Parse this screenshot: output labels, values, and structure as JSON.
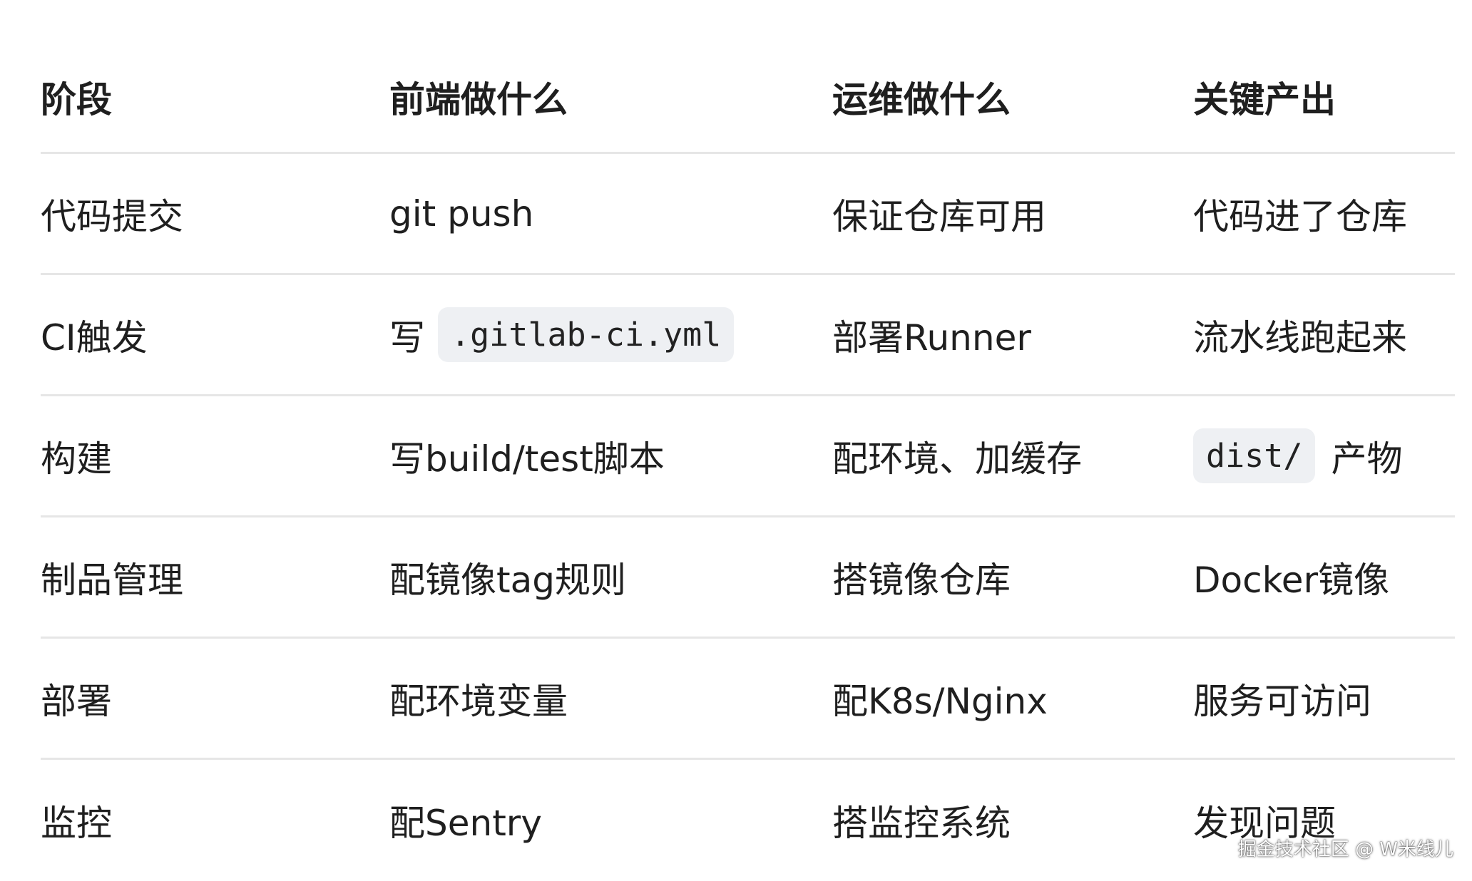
{
  "table": {
    "headers": [
      "阶段",
      "前端做什么",
      "运维做什么",
      "关键产出"
    ],
    "rows": [
      [
        "代码提交",
        "git push",
        "保证仓库可用",
        "代码进了仓库"
      ],
      [
        "CI触发",
        {
          "prefix": "写",
          "code": ".gitlab-ci.yml"
        },
        "部署Runner",
        "流水线跑起来"
      ],
      [
        "构建",
        "写build/test脚本",
        "配环境、加缓存",
        {
          "code": "dist/",
          "suffix": "产物"
        }
      ],
      [
        "制品管理",
        "配镜像tag规则",
        "搭镜像仓库",
        "Docker镜像"
      ],
      [
        "部署",
        "配环境变量",
        "配K8s/Nginx",
        "服务可访问"
      ],
      [
        "监控",
        "配Sentry",
        "搭监控系统",
        "发现问题"
      ]
    ]
  },
  "watermark": "掘金技术社区 @ W米线儿"
}
